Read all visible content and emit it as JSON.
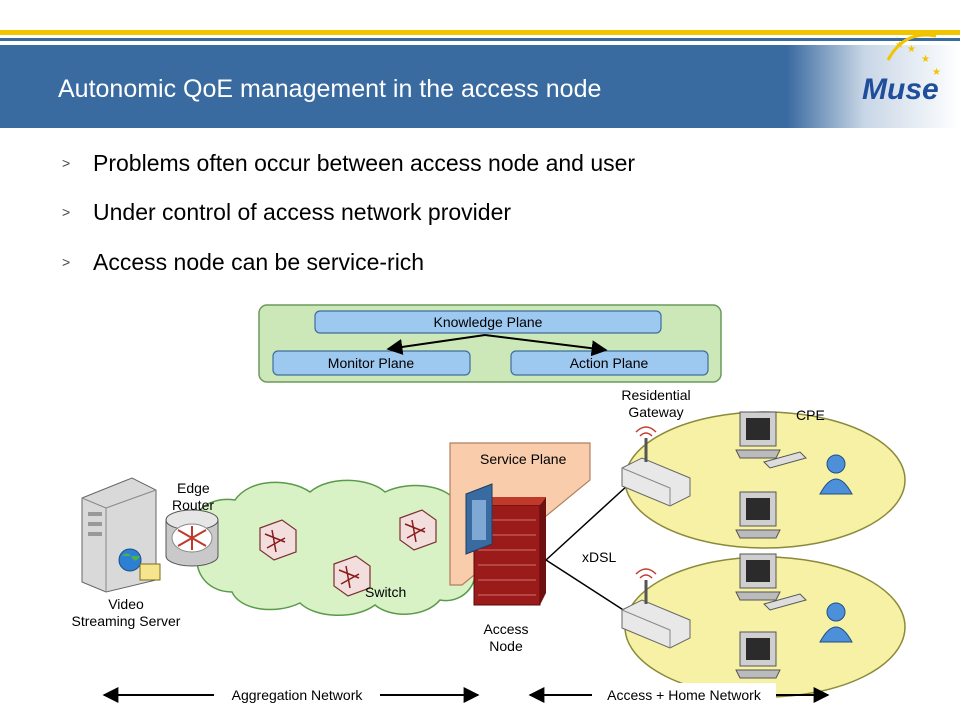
{
  "header": {
    "title": "Autonomic QoE management in the access node",
    "logo_text": "Muse"
  },
  "bullets": [
    "Problems often occur between access node and user",
    "Under control of access network provider",
    "Access node can be service-rich"
  ],
  "bullet_marker": ">",
  "diagram": {
    "planes": {
      "knowledge": "Knowledge Plane",
      "monitor": "Monitor Plane",
      "action": "Action Plane",
      "service": "Service Plane"
    },
    "labels": {
      "edge_router": [
        "Edge",
        "Router"
      ],
      "residential_gateway": [
        "Residential",
        "Gateway"
      ],
      "cpe": "CPE",
      "xdsl": "xDSL",
      "switch": "Switch",
      "video_server": [
        "Video",
        "Streaming Server"
      ],
      "access_node": [
        "Access",
        "Node"
      ]
    },
    "segments": {
      "aggregation": "Aggregation Network",
      "access_home": "Access + Home Network"
    }
  },
  "colors": {
    "header_blue": "#3a6ba0",
    "accent_yellow": "#f2c400",
    "plane_green": "#cde8b8",
    "plane_blue": "#9dc8ef",
    "service_peach": "#f9ccab",
    "cloud_green": "#d8f2c6",
    "home_yellow": "#f6f1a4",
    "logo_blue": "#1e4e9c"
  }
}
